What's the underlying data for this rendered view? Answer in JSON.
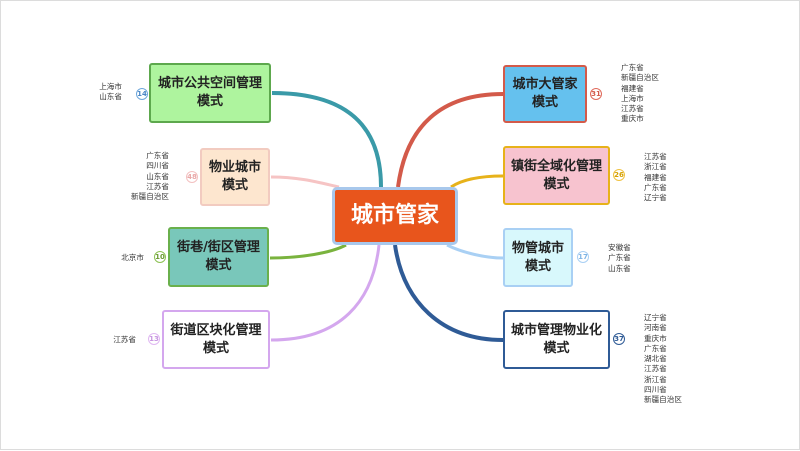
{
  "center": {
    "title": "城市管家"
  },
  "nodes": [
    {
      "title_lines": [
        "城市公共空间管理",
        "模式"
      ],
      "badge": "14",
      "provinces": [
        "上海市",
        "山东省"
      ]
    },
    {
      "title_lines": [
        "物业城市",
        "模式"
      ],
      "badge": "48",
      "provinces": [
        "广东省",
        "四川省",
        "山东省",
        "江苏省",
        "新疆自治区"
      ]
    },
    {
      "title_lines": [
        "街巷/街区管理",
        "模式"
      ],
      "badge": "10",
      "provinces": [
        "北京市"
      ]
    },
    {
      "title_lines": [
        "街道区块化管理",
        "模式"
      ],
      "badge": "13",
      "provinces": [
        "江苏省"
      ]
    },
    {
      "title_lines": [
        "城市大管家",
        "模式"
      ],
      "badge": "31",
      "provinces": [
        "广东省",
        "新疆自治区",
        "福建省",
        "上海市",
        "江苏省",
        "重庆市"
      ]
    },
    {
      "title_lines": [
        "镇街全域化管理",
        "模式"
      ],
      "badge": "26",
      "provinces": [
        "江苏省",
        "浙江省",
        "福建省",
        "广东省",
        "辽宁省"
      ]
    },
    {
      "title_lines": [
        "物管城市",
        "模式"
      ],
      "badge": "17",
      "provinces": [
        "安徽省",
        "广东省",
        "山东省"
      ]
    },
    {
      "title_lines": [
        "城市管理物业化",
        "模式"
      ],
      "badge": "37",
      "provinces": [
        "辽宁省",
        "河南省",
        "重庆市",
        "广东省",
        "湖北省",
        "江苏省",
        "浙江省",
        "四川省",
        "新疆自治区"
      ]
    }
  ],
  "colors": {
    "center_fill": "#e8551c",
    "branch_1": "#3a9aa8",
    "branch_2": "#f6c4c4",
    "branch_3": "#7ab33e",
    "branch_4": "#d4a7ee",
    "branch_5": "#d35a4a",
    "branch_6": "#e7b21a",
    "branch_7": "#a9d0f4",
    "branch_8": "#2f5b96"
  }
}
